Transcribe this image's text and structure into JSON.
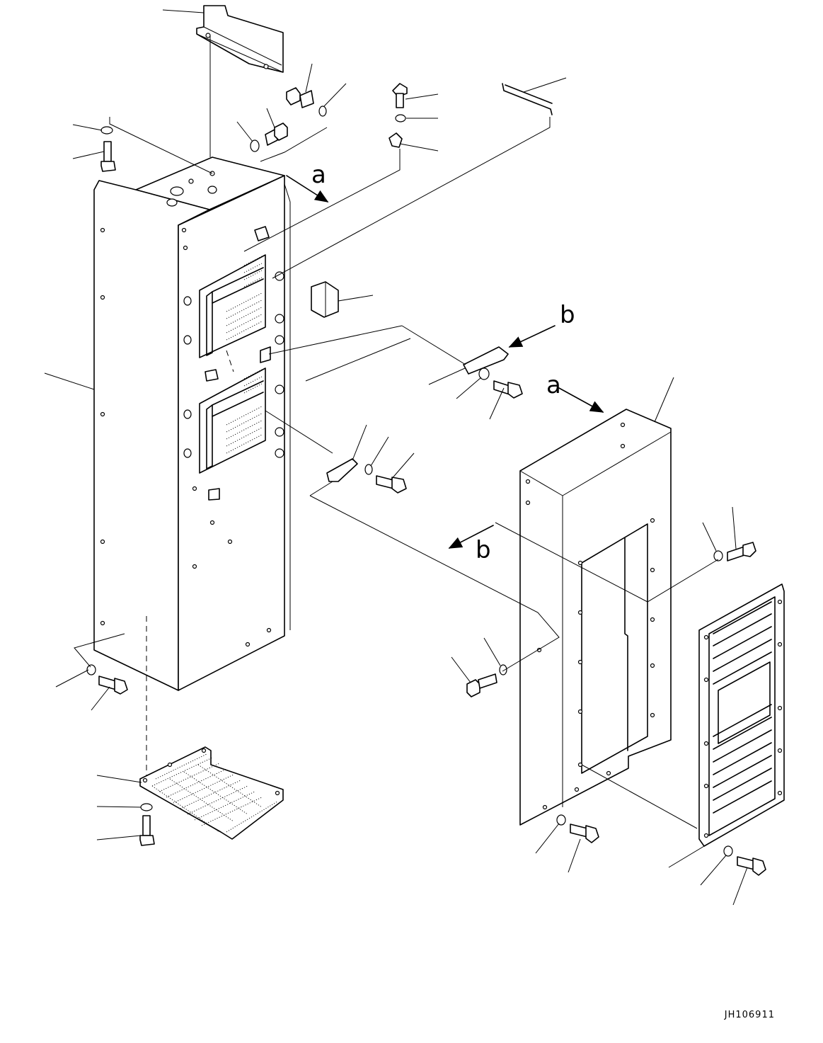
{
  "view_labels": {
    "a": "a",
    "b": "b"
  },
  "drawing_code": "JH106911",
  "colors": {
    "line": "#000000",
    "background": "#ffffff"
  }
}
